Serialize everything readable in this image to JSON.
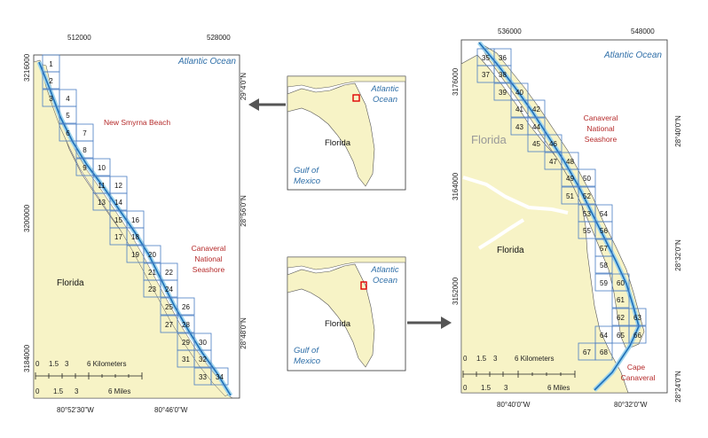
{
  "left_map": {
    "ocean_label": "Atlantic Ocean",
    "place_labels": [
      "New Smyrna Beach",
      "Canaveral",
      "National",
      "Seashore",
      "Florida"
    ],
    "top_ticks": [
      "512000",
      "528000"
    ],
    "left_ticks": [
      "3216000",
      "3200000",
      "3184000"
    ],
    "right_ticks": [
      "29°4'0\"N",
      "28°56'0\"N",
      "28°48'0\"N"
    ],
    "bottom_ticks": [
      "80°52'30\"W",
      "80°46'0\"W"
    ],
    "grid_numbers": [
      "1",
      "2",
      "3",
      "4",
      "5",
      "6",
      "7",
      "8",
      "9",
      "10",
      "11",
      "12",
      "13",
      "14",
      "15",
      "16",
      "17",
      "18",
      "19",
      "20",
      "21",
      "22",
      "23",
      "24",
      "25",
      "26",
      "27",
      "28",
      "29",
      "30",
      "31",
      "32",
      "33",
      "34"
    ],
    "scale_km": [
      "0",
      "1.5",
      "3",
      "6 Kilometers"
    ],
    "scale_mi": [
      "0",
      "1.5",
      "3",
      "6 Miles"
    ]
  },
  "right_map": {
    "ocean_label": "Atlantic Ocean",
    "place_labels": [
      "Florida",
      "Florida",
      "Canaveral",
      "National",
      "Seashore",
      "Cape",
      "Canaveral"
    ],
    "top_ticks": [
      "536000",
      "548000"
    ],
    "left_ticks": [
      "3176000",
      "3164000",
      "3152000"
    ],
    "right_ticks": [
      "28°40'0\"N",
      "28°32'0\"N",
      "28°24'0\"N"
    ],
    "bottom_ticks": [
      "80°40'0\"W",
      "80°32'0\"W"
    ],
    "grid_numbers": [
      "35",
      "36",
      "37",
      "38",
      "39",
      "40",
      "41",
      "42",
      "43",
      "44",
      "45",
      "46",
      "47",
      "48",
      "49",
      "50",
      "51",
      "52",
      "53",
      "54",
      "55",
      "56",
      "57",
      "58",
      "59",
      "60",
      "61",
      "62",
      "63",
      "64",
      "65",
      "66",
      "67",
      "68"
    ],
    "scale_km": [
      "0",
      "1.5",
      "3",
      "6 Kilometers"
    ],
    "scale_mi": [
      "0",
      "1.5",
      "3",
      "6 Miles"
    ]
  },
  "inset_top": {
    "labels": [
      "Atlantic",
      "Ocean",
      "Florida",
      "Gulf of",
      "Mexico"
    ]
  },
  "inset_bottom": {
    "labels": [
      "Atlantic",
      "Ocean",
      "Florida",
      "Gulf of",
      "Mexico"
    ]
  },
  "colors": {
    "land": "#f7f3c6",
    "water": "#ffffff",
    "grid": "#4a7ec4",
    "track": "#1f6fb8",
    "track_light": "#9fd4ec",
    "ocean_text": "#2f6fa8",
    "red_text": "#b52a2a",
    "inset_marker": "#e00000",
    "arrow": "#555555"
  }
}
